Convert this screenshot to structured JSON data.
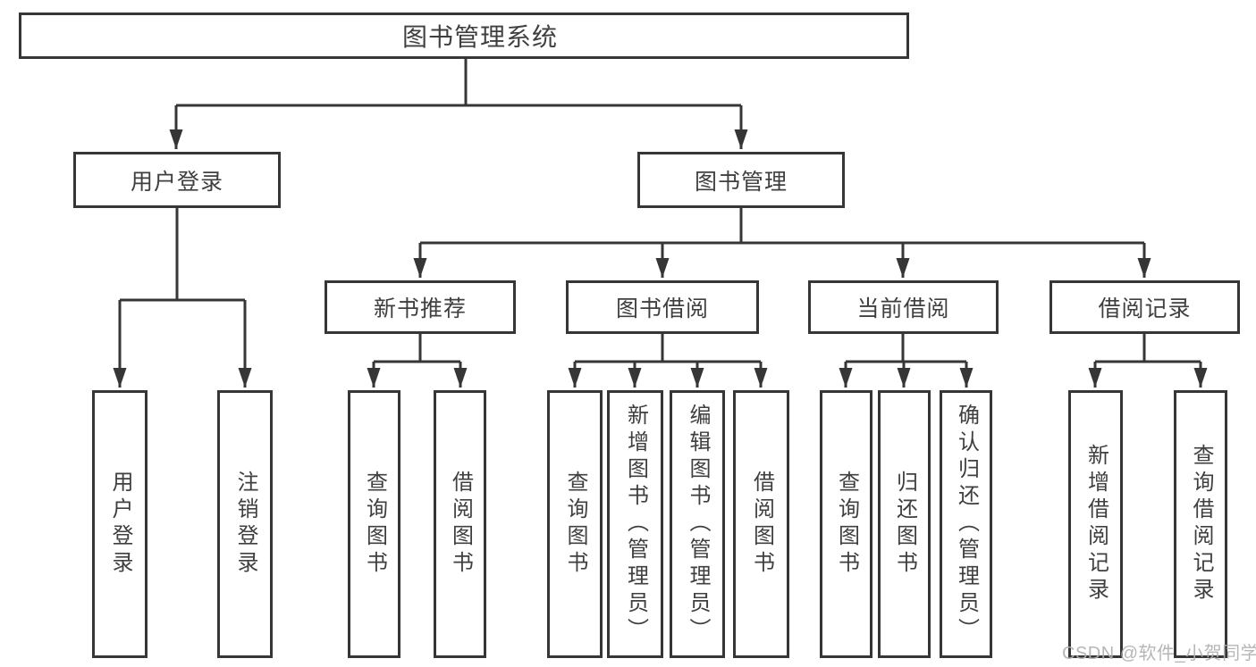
{
  "tree": {
    "label": "图书管理系统",
    "children": [
      {
        "label": "用户登录",
        "children": [
          {
            "label": "用户登录"
          },
          {
            "label": "注销登录"
          }
        ]
      },
      {
        "label": "图书管理",
        "children": [
          {
            "label": "新书推荐",
            "children": [
              {
                "label": "查询图书"
              },
              {
                "label": "借阅图书"
              }
            ]
          },
          {
            "label": "图书借阅",
            "children": [
              {
                "label": "查询图书"
              },
              {
                "label": "新增图书（管理员）"
              },
              {
                "label": "编辑图书（管理员）"
              },
              {
                "label": "借阅图书"
              }
            ]
          },
          {
            "label": "当前借阅",
            "children": [
              {
                "label": "查询图书"
              },
              {
                "label": "归还图书"
              },
              {
                "label": "确认归还（管理员）"
              }
            ]
          },
          {
            "label": "借阅记录",
            "children": [
              {
                "label": "新增借阅记录"
              },
              {
                "label": "查询借阅记录"
              }
            ]
          }
        ]
      }
    ]
  },
  "watermark": {
    "text": "CSDN @软件_小贺同学"
  },
  "colors": {
    "line": "#363636",
    "text": "#3f3f3f",
    "watermark": "#b0b0b0",
    "background": "#ffffff"
  }
}
